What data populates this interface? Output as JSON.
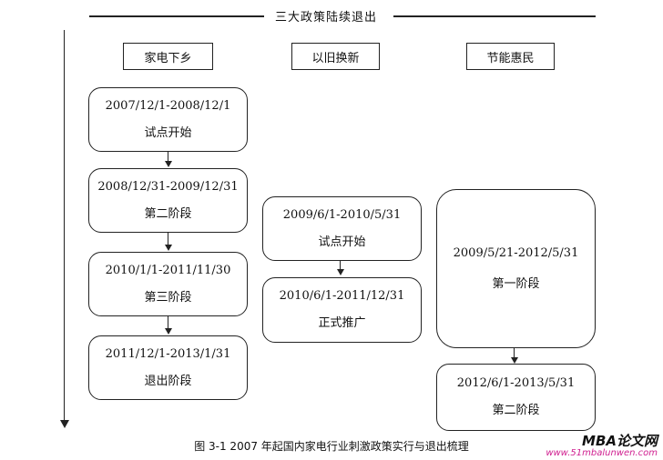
{
  "title": "三大政策陆续退出",
  "columns": [
    {
      "header": "家电下乡",
      "nodes": [
        {
          "period": "2007/12/1-2008/12/1",
          "stage": "试点开始"
        },
        {
          "period": "2008/12/31-2009/12/31",
          "stage": "第二阶段"
        },
        {
          "period": "2010/1/1-2011/11/30",
          "stage": "第三阶段"
        },
        {
          "period": "2011/12/1-2013/1/31",
          "stage": "退出阶段"
        }
      ]
    },
    {
      "header": "以旧换新",
      "nodes": [
        {
          "period": "2009/6/1-2010/5/31",
          "stage": "试点开始"
        },
        {
          "period": "2010/6/1-2011/12/31",
          "stage": "正式推广"
        }
      ]
    },
    {
      "header": "节能惠民",
      "nodes": [
        {
          "period": "2009/5/21-2012/5/31",
          "stage": "第一阶段"
        },
        {
          "period": "2012/6/1-2013/5/31",
          "stage": "第二阶段"
        }
      ]
    }
  ],
  "caption": "图 3-1 2007 年起国内家电行业刺激政策实行与退出梳理",
  "watermark": {
    "brand": "MBA论文网",
    "url": "www.51mbalunwen.com"
  }
}
